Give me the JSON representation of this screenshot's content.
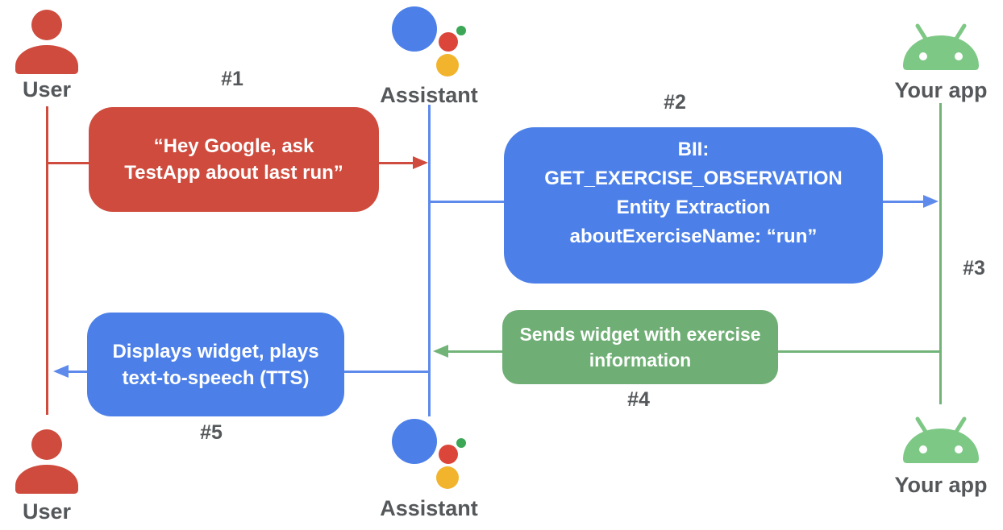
{
  "actors": {
    "top": [
      {
        "name": "User",
        "icon": "person-icon"
      },
      {
        "name": "Assistant",
        "icon": "assistant-icon"
      },
      {
        "name": "Your app",
        "icon": "android-icon"
      }
    ],
    "bottom": [
      {
        "name": "User",
        "icon": "person-icon"
      },
      {
        "name": "Assistant",
        "icon": "assistant-icon"
      },
      {
        "name": "Your app",
        "icon": "android-icon"
      }
    ]
  },
  "messages": [
    {
      "step": "#1",
      "from": "User",
      "to": "Assistant",
      "lines": [
        "“Hey Google, ask",
        "TestApp about last run”"
      ]
    },
    {
      "step": "#2",
      "from": "Assistant",
      "to": "Your app",
      "lines": [
        "BII:",
        "GET_EXERCISE_OBSERVATION",
        "Entity Extraction",
        "aboutExerciseName: “run”"
      ]
    },
    {
      "step": "#3",
      "from": "Your app",
      "to": "Your app",
      "lines": []
    },
    {
      "step": "#4",
      "from": "Your app",
      "to": "Assistant",
      "lines": [
        "Sends widget with exercise",
        "information"
      ]
    },
    {
      "step": "#5",
      "from": "Assistant",
      "to": "User",
      "lines": [
        "Displays widget, plays",
        "text-to-speech (TTS)"
      ]
    }
  ],
  "colors": {
    "red": "#CE4B3D",
    "blue": "#4C80E8",
    "blue-line": "#5E8AEC",
    "green": "#6FAE74",
    "green-line": "#72B478",
    "android-green": "#7EC886",
    "yellow": "#F2B42C",
    "assistant-blue": "#4C80E8",
    "assistant-red": "#DC453A",
    "assistant-green": "#3BA757",
    "label-gray": "#55585B",
    "box-text": "#FFFFFF"
  }
}
